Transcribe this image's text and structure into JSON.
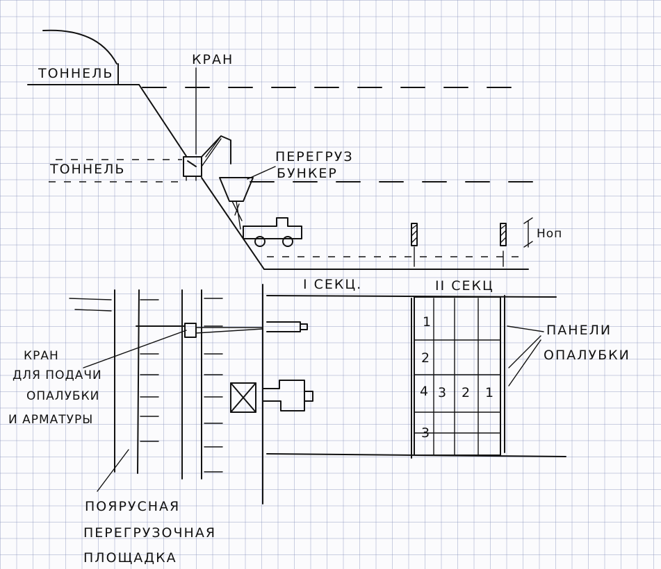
{
  "labels": {
    "tunnel_top": "ТОННЕЛЬ",
    "crane_top": "КРАН",
    "tunnel_mid": "ТОННЕЛЬ",
    "hopper_line1": "ПЕРЕГРУЗ",
    "hopper_line2": "БУНКЕР",
    "h_op": "Hоп",
    "section_1": "I СЕКЦ.",
    "section_2": "II СЕКЦ",
    "crane_feed_line1": "КРАН",
    "crane_feed_line2": "ДЛЯ ПОДАЧИ",
    "crane_feed_line3": "ОПАЛУБКИ",
    "crane_feed_line4": "И АРМАТУРЫ",
    "panels_line1": "ПАНЕЛИ",
    "panels_line2": "ОПАЛУБКИ",
    "platform_line1": "ПОЯРУСНАЯ",
    "platform_line2": "ПЕРЕГРУЗОЧНАЯ",
    "platform_line3": "ПЛОЩАДКА"
  },
  "panel_numbers": {
    "row1": "1",
    "row2": "2",
    "row3": "3",
    "col4": "4",
    "col3": "3",
    "col2": "2",
    "col1": "1"
  }
}
